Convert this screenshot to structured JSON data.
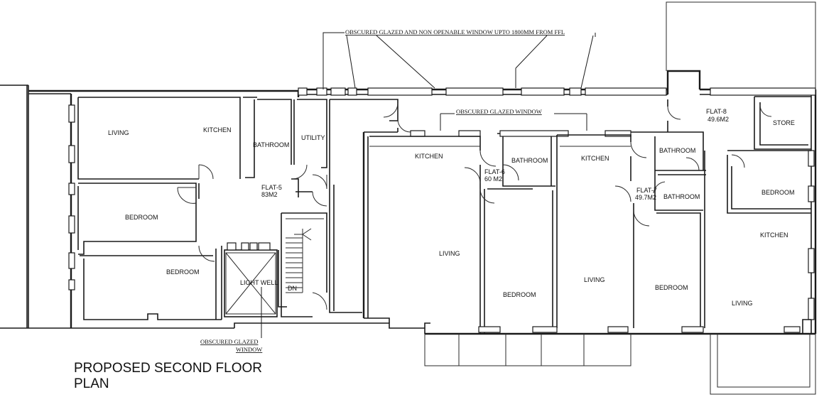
{
  "title": {
    "line1": "PROPOSED SECOND FLOOR",
    "line2": "PLAN"
  },
  "notes": {
    "obscured_non_openable": "OBSCURED GLAZED  AND NON OPENABLE  WINDOW UPTO 1800MM FROM FFL",
    "obscured_glazed_window": "OBSCURED GLAZED WINDOW",
    "obscured_glazed_line1": "OBSCURED GLAZED",
    "obscured_glazed_line2": "WINDOW"
  },
  "flat5": {
    "name": "FLAT-5",
    "area": "83M2",
    "living": "LIVING",
    "kitchen": "KITCHEN",
    "bathroom": "BATHROOM",
    "utility": "UTILITY",
    "bedroom1": "BEDROOM",
    "bedroom2": "BEDROOM"
  },
  "core": {
    "light_well": "LIGHT WELL",
    "stair_dn": "DN"
  },
  "flat6": {
    "name": "FLAT-6",
    "area": "60 M2",
    "kitchen": "KITCHEN",
    "bathroom": "BATHROOM",
    "living": "LIVING",
    "bedroom": "BEDROOM"
  },
  "flat7": {
    "name": "FLAT-7",
    "area": "49.7M2",
    "kitchen": "KITCHEN",
    "bathroom1": "BATHROOM",
    "bathroom2": "BATHROOM",
    "living": "LIVING",
    "bedroom": "BEDROOM"
  },
  "flat8": {
    "name": "FLAT-8",
    "area": "49.6M2",
    "store": "STORE",
    "bedroom": "BEDROOM",
    "kitchen": "KITCHEN",
    "living": "LIVING"
  }
}
